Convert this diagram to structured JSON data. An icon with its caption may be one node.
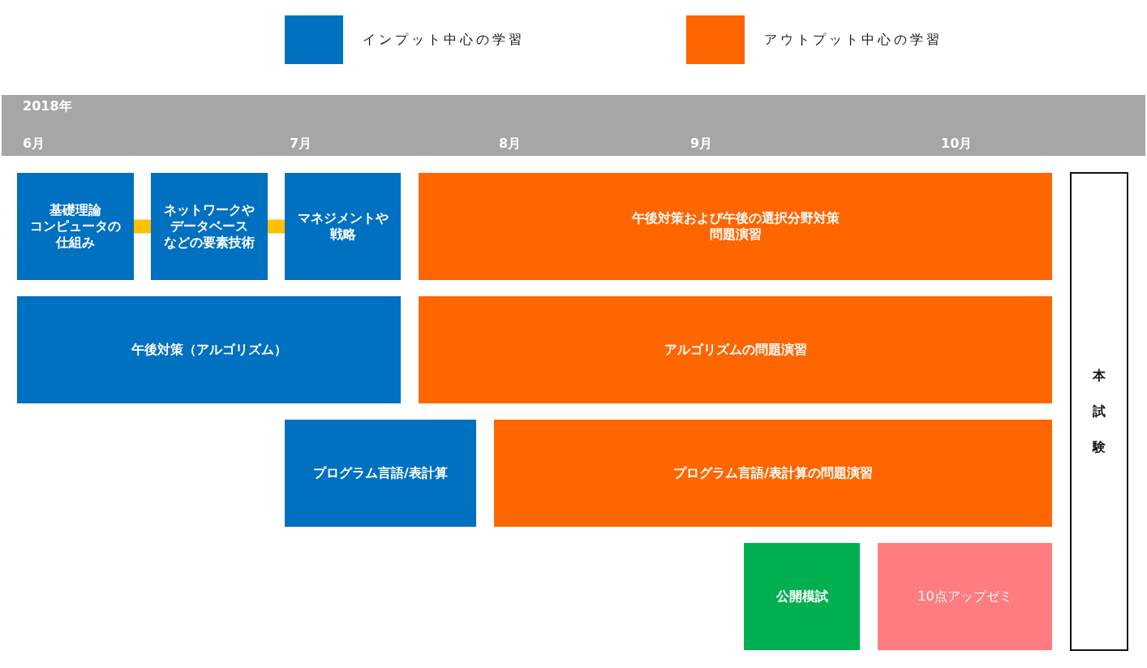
{
  "diagram": {
    "nodes": [
      {
        "text": [
          "2018年",
          "6月",
          "7月",
          "8月",
          "9月",
          "10月"
        ]
      },
      {
        "text": [
          "基礎理論コンピュータの仕組み"
        ]
      },
      {
        "text": [
          "ネットワークやデータベースなどの要素技術"
        ]
      },
      {
        "text": [
          "マネジメントや戦略"
        ]
      },
      {
        "text": [
          "午後対策および午後の選択分野対策問題演習"
        ]
      },
      {
        "text": [
          "午後対策（アルゴリズム）"
        ]
      },
      {
        "text": [
          "アルゴリズムの問題演習"
        ]
      },
      {
        "text": [
          "プログラム言語/表計算"
        ]
      },
      {
        "text": [
          "プログラム言語/表計算の問題演習"
        ]
      },
      {
        "text": [
          "公開模試"
        ]
      },
      {
        "text": [
          "10点アップゼミ"
        ]
      },
      {
        "text": [
          "本試験"
        ]
      }
    ],
    "edges": [
      {
        "from": 1,
        "to": 2,
        "arrow": "none"
      },
      {
        "from": 2,
        "to": 3,
        "arrow": "none"
      }
    ],
    "legend": [
      {
        "text": "インプット中心の学習",
        "color": "#0070c0"
      },
      {
        "text": "アウトプット中心の学習",
        "color": "#ff6600"
      }
    ]
  }
}
